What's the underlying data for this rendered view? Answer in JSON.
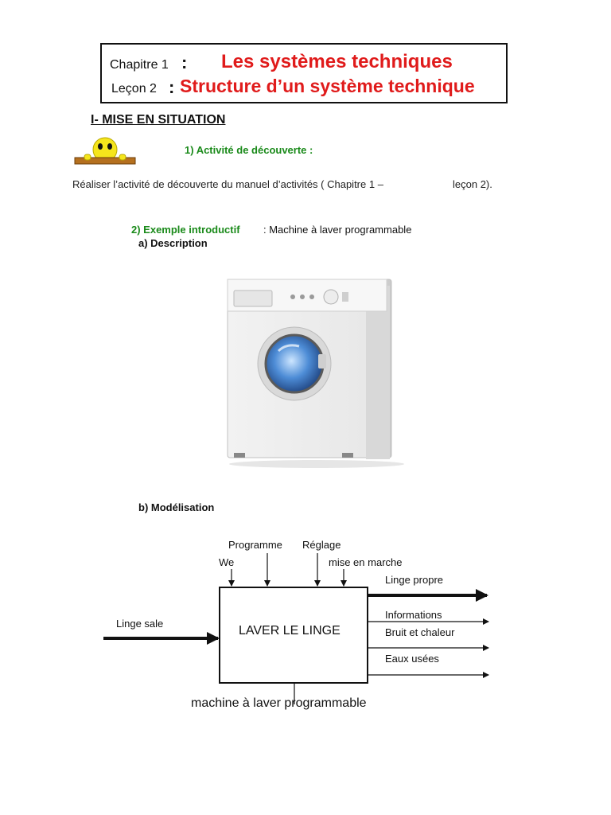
{
  "header": {
    "chapter_label": "Chapitre 1",
    "chapter_colon": ":",
    "chapter_title": "Les systèmes techniques",
    "lesson_label": "Leçon 2",
    "lesson_colon": ":",
    "lesson_title": "Structure d’un système technique"
  },
  "section1": {
    "heading": "I- MISE EN SITUATION",
    "activity_heading": "1) Activité de découverte :",
    "activity_text": "Réaliser l’activité de découverte du manuel d’activités ( Chapitre 1 –",
    "activity_text_end": "leçon 2).",
    "example_heading": "2) Exemple introductif",
    "example_text": ": Machine à laver programmable",
    "description_heading": "a)  Description",
    "modelisation_heading": "b)  Modélisation"
  },
  "diagram": {
    "function_label": "LAVER LE LINGE",
    "input_label": "Linge sale",
    "control_labels": [
      "Programme",
      "Réglage",
      "We",
      "mise en marche"
    ],
    "output_labels": [
      "Linge propre",
      "Informations",
      "Bruit et chaleur",
      "Eaux usées"
    ],
    "support_label": "machine à laver programmable"
  },
  "icons": {
    "mascot": "smiley-peeking-icon",
    "washing_machine": "washing-machine-photo"
  },
  "colors": {
    "title_red": "#e01b1b",
    "heading_green": "#1a8a1a",
    "mascot_yellow": "#f5e51c"
  }
}
